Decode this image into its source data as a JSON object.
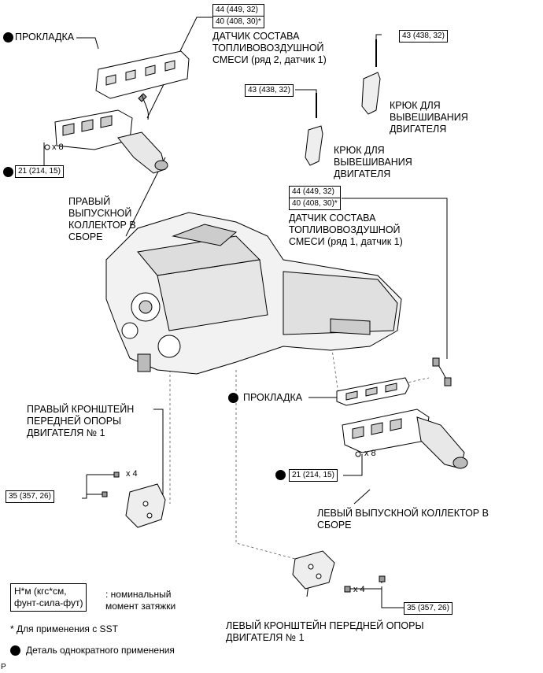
{
  "labels": {
    "gasket_top": "ПРОКЛАДКА",
    "sensor_bank2": [
      "ДАТЧИК СОСТАВА",
      "ТОПЛИВОВОЗДУШНОЙ",
      "СМЕСИ (ряд 2, датчик 1)"
    ],
    "hook_right": [
      "КРЮК ДЛЯ",
      "ВЫВЕШИВАНИЯ",
      "ДВИГАТЕЛЯ"
    ],
    "hook_center": [
      "КРЮК ДЛЯ",
      "ВЫВЕШИВАНИЯ",
      "ДВИГАТЕЛЯ"
    ],
    "right_manifold": [
      "ПРАВЫЙ",
      "ВЫПУСКНОЙ",
      "КОЛЛЕКТОР В",
      "СБОРЕ"
    ],
    "sensor_bank1": [
      "ДАТЧИК СОСТАВА",
      "ТОПЛИВОВОЗДУШНОЙ",
      "СМЕСИ (ряд 1, датчик 1)"
    ],
    "right_bracket": [
      "ПРАВЫЙ КРОНШТЕЙН",
      "ПЕРЕДНЕЙ ОПОРЫ",
      "ДВИГАТЕЛЯ № 1"
    ],
    "gasket_mid": "ПРОКЛАДКА",
    "left_manifold": [
      "ЛЕВЫЙ ВЫПУСКНОЙ КОЛЛЕКТОР В",
      "СБОРЕ"
    ],
    "left_bracket": [
      "ЛЕВЫЙ КРОНШТЕЙН ПЕРЕДНЕЙ ОПОРЫ",
      "ДВИГАТЕЛЯ № 1"
    ]
  },
  "torques": {
    "sensor2": [
      "44 (449, 32)",
      "40 (408, 30)*"
    ],
    "hook_right": "43 (438, 32)",
    "hook_center": "43 (438, 32)",
    "right_manifold": "21 (214, 15)",
    "sensor1": [
      "44 (449, 32)",
      "40 (408, 30)*"
    ],
    "left_manifold": "21 (214, 15)",
    "right_bracket": "35 (357, 26)",
    "left_bracket": "35 (357, 26)"
  },
  "quantities": {
    "right_manifold_nuts": "x 8",
    "left_manifold_nuts": "x 8",
    "right_bracket_bolts": "x 4",
    "left_bracket_bolts": "x 4"
  },
  "legend": {
    "torque_unit": [
      "Н*м (кгс*см,",
      "фунт-сила-фут)"
    ],
    "torque_desc": [
      ": номинальный",
      "момент затяжки"
    ],
    "sst_note": "* Для применения с SST",
    "single_use": "Деталь однократного применения"
  },
  "corner_mark": "P"
}
